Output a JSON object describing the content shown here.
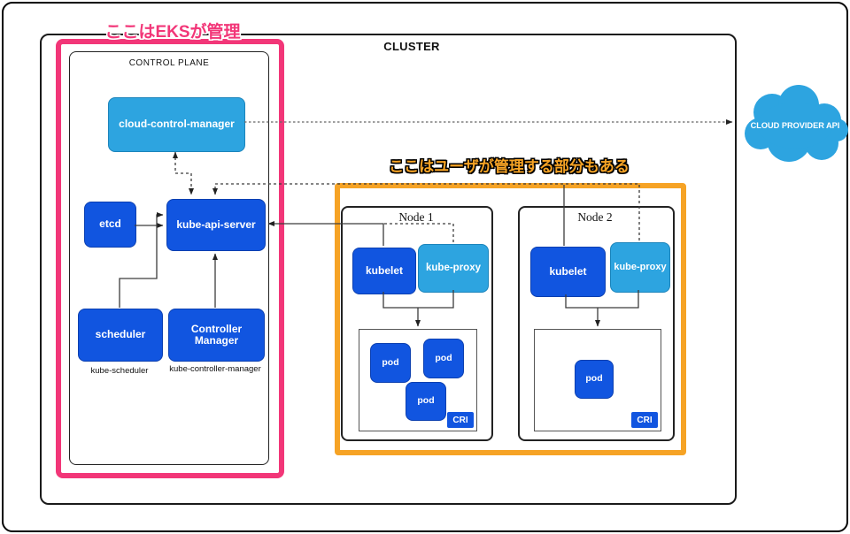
{
  "cluster": {
    "label": "CLUSTER"
  },
  "annotations": {
    "eks_managed": "ここはEKSが管理",
    "user_managed": "ここはユーザが管理する部分もある"
  },
  "colors": {
    "dark_blue": "#1155e0",
    "light_blue": "#2da4e0",
    "pink": "#f23678",
    "orange": "#f6a325"
  },
  "control_plane": {
    "label": "CONTROL PLANE",
    "cloud_control_manager": "cloud-control-manager",
    "etcd": "etcd",
    "kube_api_server": "kube-api-server",
    "scheduler": "scheduler",
    "scheduler_caption": "kube-scheduler",
    "controller_manager": "Controller Manager",
    "controller_manager_caption": "kube-controller-manager"
  },
  "nodes": [
    {
      "label": "Node 1",
      "kubelet": "kubelet",
      "kube_proxy": "kube-proxy",
      "cri": "CRI",
      "pods": [
        "pod",
        "pod",
        "pod"
      ]
    },
    {
      "label": "Node 2",
      "kubelet": "kubelet",
      "kube_proxy": "kube-proxy",
      "cri": "CRI",
      "pods": [
        "pod"
      ]
    }
  ],
  "cloud_provider": {
    "label": "CLOUD PROVIDER API"
  }
}
